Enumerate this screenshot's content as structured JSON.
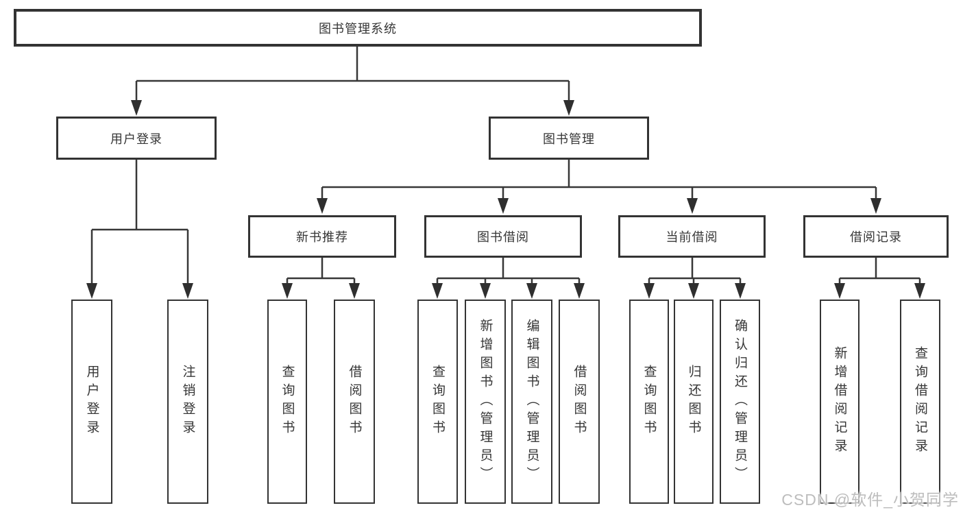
{
  "tree": {
    "root": {
      "label": "图书管理系统"
    },
    "branches": [
      {
        "label": "用户登录",
        "leaves": [
          {
            "label": "用户登录"
          },
          {
            "label": "注销登录"
          }
        ]
      },
      {
        "label": "图书管理",
        "groups": [
          {
            "label": "新书推荐",
            "leaves": [
              {
                "label": "查询图书"
              },
              {
                "label": "借阅图书"
              }
            ]
          },
          {
            "label": "图书借阅",
            "leaves": [
              {
                "label": "查询图书"
              },
              {
                "label": "新增图书（管理员）"
              },
              {
                "label": "编辑图书（管理员）"
              },
              {
                "label": "借阅图书"
              }
            ]
          },
          {
            "label": "当前借阅",
            "leaves": [
              {
                "label": "查询图书"
              },
              {
                "label": "归还图书"
              },
              {
                "label": "确认归还（管理员）"
              }
            ]
          },
          {
            "label": "借阅记录",
            "leaves": [
              {
                "label": "新增借阅记录"
              },
              {
                "label": "查询借阅记录"
              }
            ]
          }
        ]
      }
    ]
  },
  "watermark": {
    "text": "CSDN @软件_小贺同学"
  },
  "colors": {
    "line": "#373737",
    "box_border": "#333333",
    "text": "#363636",
    "watermark": "#bdbdbd",
    "background": "#ffffff"
  }
}
